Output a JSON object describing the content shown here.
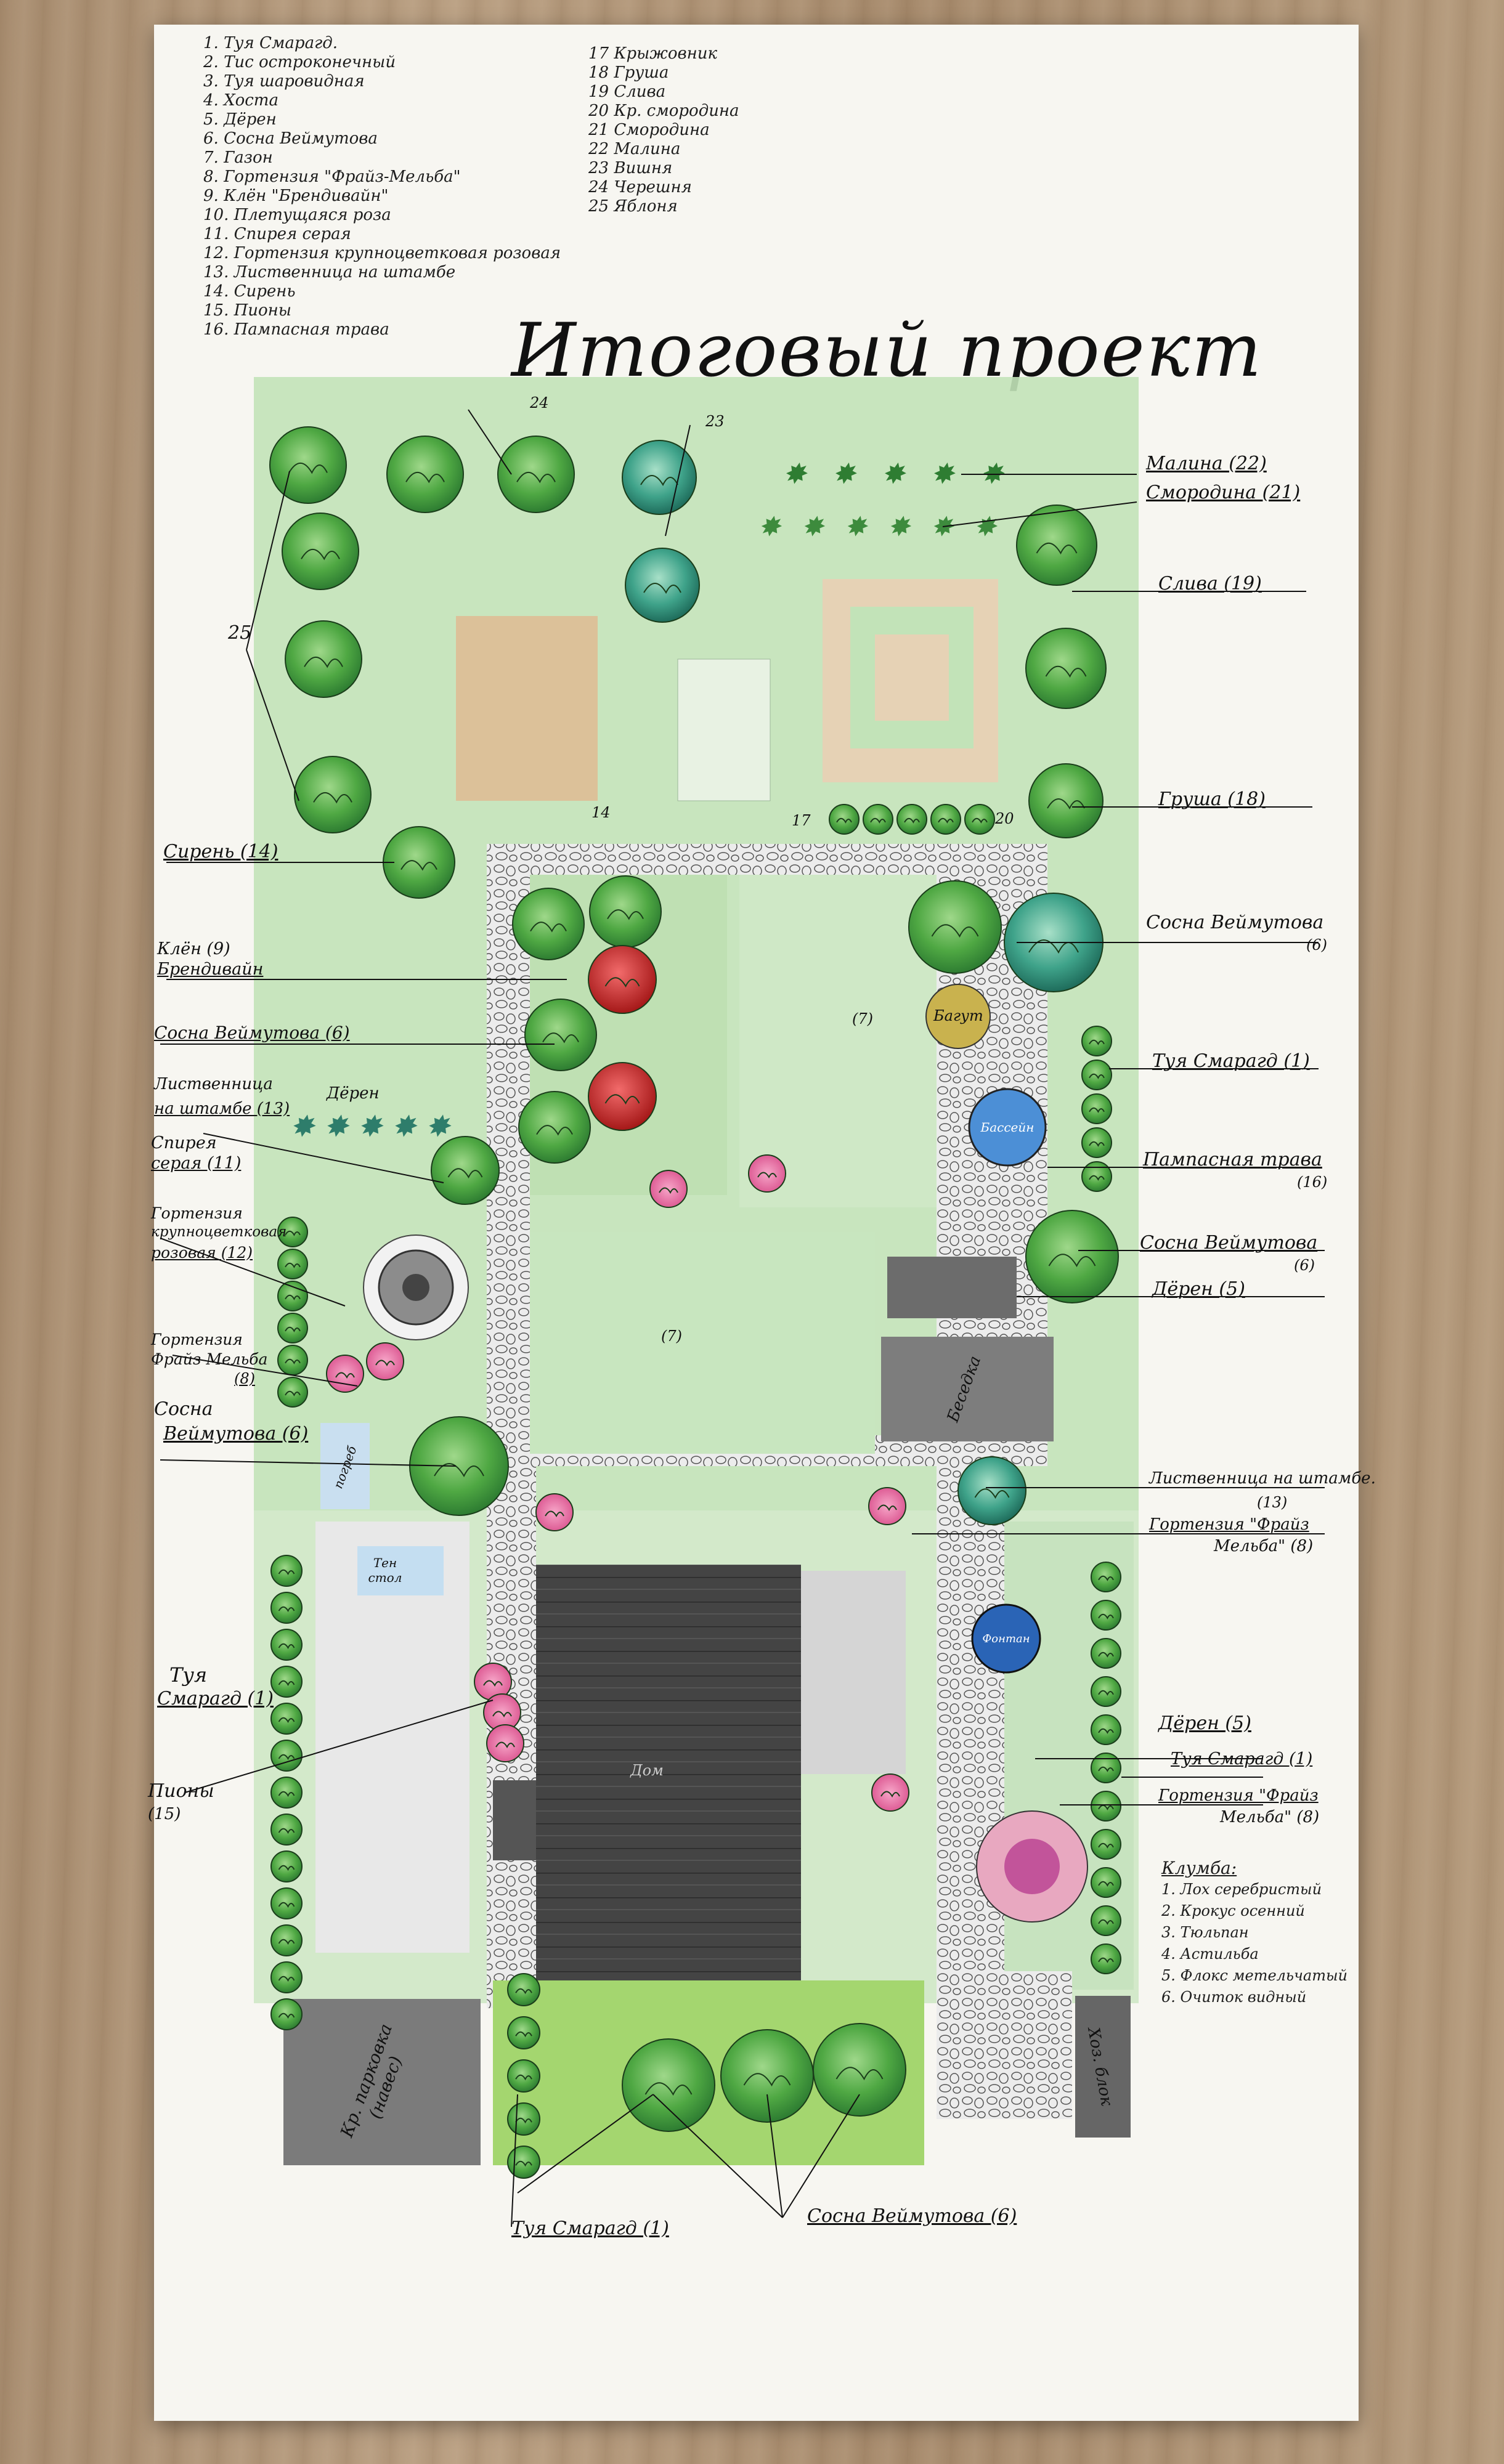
{
  "legend_left": [
    "1. Туя Смарагд.",
    "2. Тис остроконечный",
    "3. Туя шаровидная",
    "4. Хоста",
    "5. Дёрен",
    "6. Сосна Веймутова",
    "7. Газон",
    "8. Гортензия \"Фрайз-Мельба\"",
    "9. Клён \"Брендивайн\"",
    "10. Плетущаяся роза",
    "11. Спирея серая",
    "12. Гортензия крупноцветковая розовая",
    "13. Лиственница на штамбе",
    "14. Сирень",
    "15. Пионы",
    "16. Пампасная трава"
  ],
  "legend_right": [
    "17 Крыжовник",
    "18 Груша",
    "19 Слива",
    "20 Кр. смородина",
    "21 Смородина",
    "22 Малина",
    "23 Вишня",
    "24 Черешня",
    "25 Яблоня"
  ],
  "title": "Итоговый проект",
  "labels_right": {
    "raspberry": "Малина (22)",
    "currant": "Смородина (21)",
    "plum": "Слива (19)",
    "pear": "Груша (18)",
    "pine1": "Сосна Веймутова",
    "pine1_num": "(6)",
    "thuja1": "Туя Смарагд (1)",
    "pampas": "Пампасная трава",
    "pampas_num": "(16)",
    "pine2": "Сосна Веймутова",
    "pine2_num": "(6)",
    "deren1": "Дёрен (5)",
    "larch": "Лиственница на штамбе.",
    "larch_num": "(13)",
    "hydr1": "Гортензия \"Фрайз",
    "hydr1b": "Мельба\" (8)",
    "deren2": "Дёрен (5)",
    "thuja2": "Туя Смарагд (1)",
    "hydr2": "Гортензия \"Фрайз",
    "hydr2b": "Мельба\" (8)"
  },
  "labels_left": {
    "apple": "25",
    "lilac": "Сирень (14)",
    "maple": "Клён (9)",
    "maple2": "Брендивайн",
    "pine": "Сосна Веймутова (6)",
    "larch": "Лиственница",
    "larch2": "на штамбе (13)",
    "deren": "Дёрен",
    "spirea": "Спирея",
    "spirea2": "серая (11)",
    "hydr": "Гортензия",
    "hydr2": "крупноцветковая",
    "hydr3": "розовая (12)",
    "hydr_fm": "Гортензия",
    "hydr_fm2": "Фрайз Мельба",
    "hydr_fm3": "(8)",
    "pine_b": "Сосна",
    "pine_b2": "Веймутова (6)",
    "thuja": "Туя",
    "thuja2": "Смарагд (1)",
    "peony": "Пионы",
    "peony2": "(15)"
  },
  "labels_top": {
    "n24": "24",
    "n23": "23",
    "n14": "14",
    "n17": "17",
    "n20": "20"
  },
  "labels_bottom": {
    "thuja": "Туя Смарагд (1)",
    "pine": "Сосна Веймутова (6)"
  },
  "objects": {
    "bagut": "Багут",
    "pool": "Бассейн",
    "gazebo": "Беседка",
    "cellar": "погреб",
    "table": "Тен стол",
    "house": "Дом",
    "fountain": "Фонтан",
    "parking": "Кр. парковка (навес)",
    "shed": "Хоз. блок",
    "lawn": "(7)",
    "lawn2": "(7)"
  },
  "flowerbed": {
    "title": "Клумба:",
    "items": [
      "1. Лох серебристый",
      "2. Крокус осенний",
      "3. Тюльпан",
      "4. Астильба",
      "5. Флокс метельчатый",
      "6. Очиток видный"
    ]
  },
  "colors": {
    "paper": "#f7f6f1",
    "grass": "#b7dcae",
    "tree": "#4fa843",
    "tree_dark": "#2e7d32",
    "path": "#dcdcdc",
    "house": "#3e3e3e",
    "pool": "#4c8fd6",
    "pink": "#e870a6",
    "red": "#cf2b2b",
    "sand": "#d9bd94"
  }
}
